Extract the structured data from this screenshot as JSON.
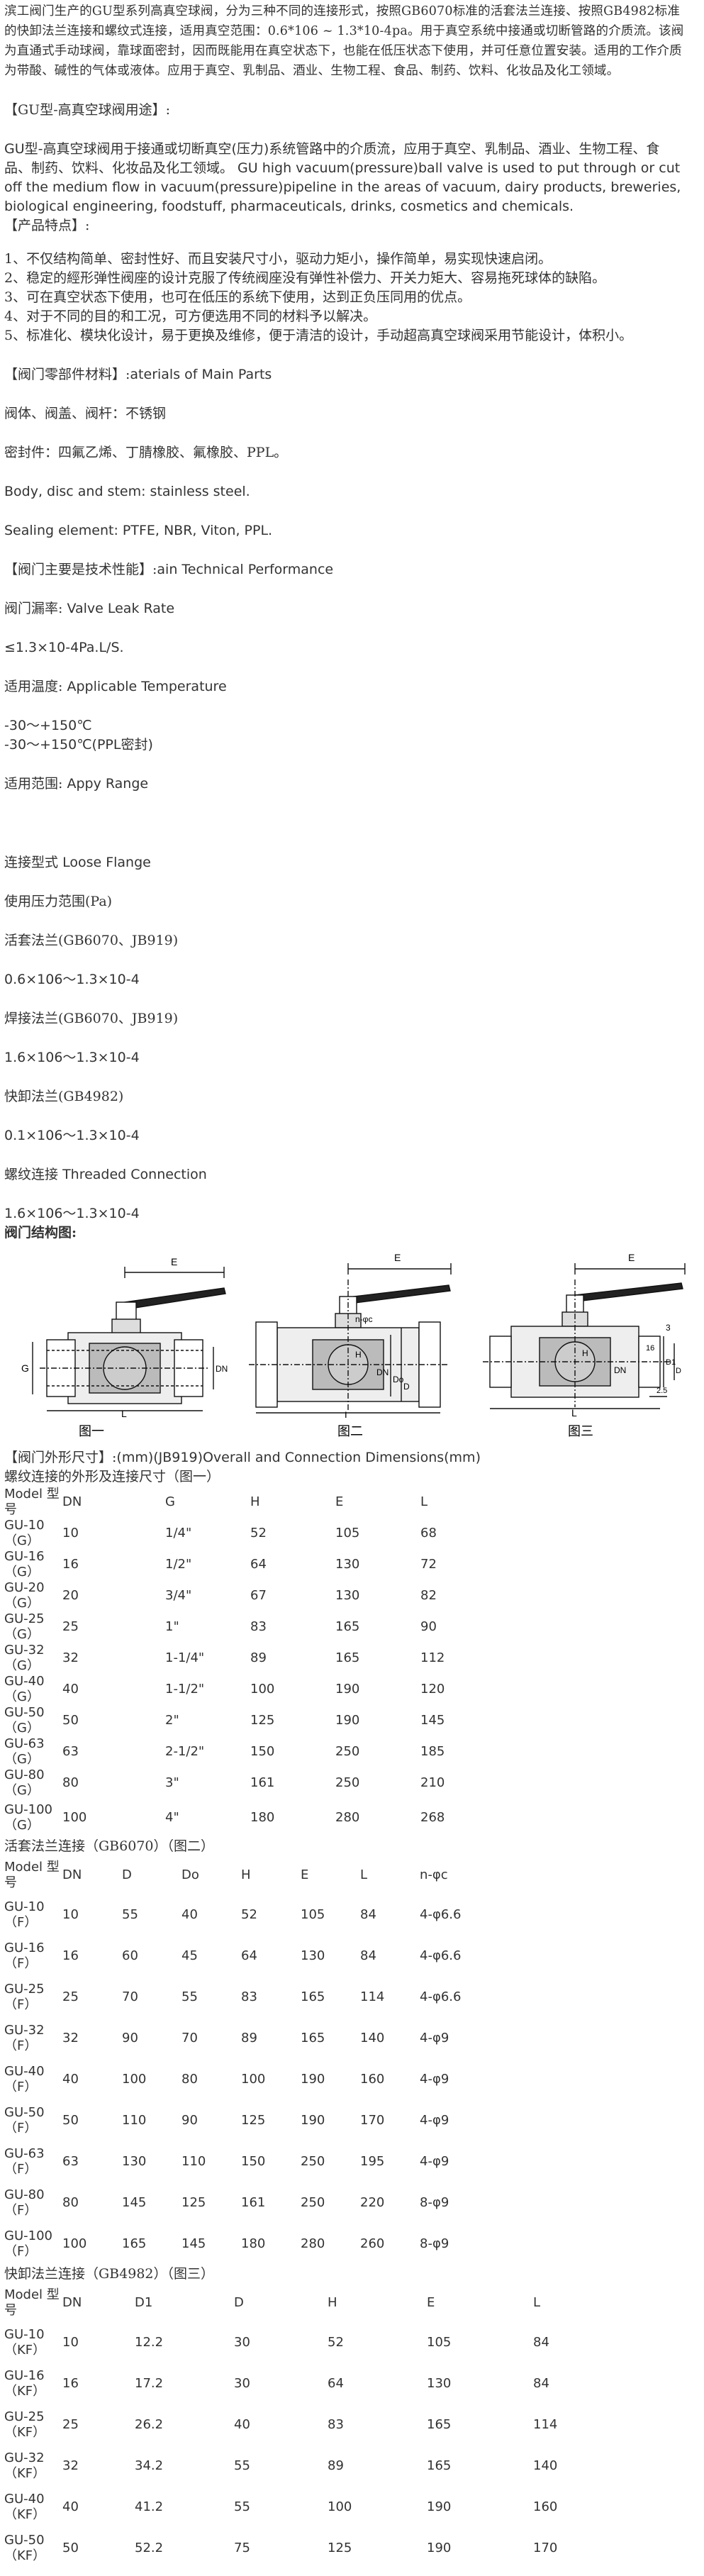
{
  "intro": "滨工阀门生产的GU型系列高真空球阀，分为三种不同的连接形式，按照GB6070标准的活套法兰连接、按照GB4982标准的快卸法兰连接和螺纹式连接，适用真空范围：0.6*106 ~ 1.3*10-4pa。用于真空系统中接通或切断管路的介质流。该阀为直通式手动球阀，靠球面密封，因而既能用在真空状态下，也能在低压状态下使用，并可任意位置安装。适用的工作介质为带酸、碱性的气体或液体。应用于真空、乳制品、酒业、生物工程、食品、制药、饮料、化妆品及化工领域。",
  "use_heading": "【GU型-高真空球阀用途】:",
  "use_text": "GU型-高真空球阀用于接通或切断真空(压力)系统管路中的介质流，应用于真空、乳制品、酒业、生物工程、食品、制药、饮料、化妆品及化工领域。 GU high vacuum(pressure)ball valve is used to put through or cut off the medium flow in vacuum(pressure)pipeline in the areas of vacuum, dairy products, breweries, biological engineering, foodstuff, pharmaceuticals, drinks, cosmetics and chemicals.",
  "features_heading": "【产品特点】:",
  "features": [
    "1、不仅结构简单、密封性好、而且安装尺寸小，驱动力矩小，操作简单，易实现快速启闭。",
    "2、稳定的經形弹性阀座的设计克服了传统阀座没有弹性补偿力、开关力矩大、容易拖死球体的缺陷。",
    "3、可在真空状态下使用，也可在低压的系统下使用，达到正负压同用的优点。",
    "4、对于不同的目的和工况，可方便选用不同的材料予以解决。",
    "5、标准化、模块化设计，易于更换及维修，便于清洁的设计，手动超高真空球阀采用节能设计，体积小。"
  ],
  "parts_heading": "【阀门零部件材料】:",
  "parts_heading_en": "aterials of Main Parts",
  "parts_cn": "阀体、阀盖、阀杆：不锈钢",
  "seal_cn": "密封件：四氟乙烯、丁腈橡胶、氟橡胶、PPL。",
  "parts_en": "Body, disc and stem: stainless steel.",
  "seal_en": "Sealing element: PTFE, NBR, Viton, PPL.",
  "perf_heading": "【阀门主要是技术性能】:",
  "perf_heading_en": "ain Technical Performance",
  "leak_cn": "阀门漏率:",
  "leak_en": "Valve Leak Rate",
  "leak_value": "≤1.3×10-4Pa.L/S.",
  "temp_cn": "适用温度:",
  "temp_en": "Applicable Temperature",
  "temp_1": "-30～+150℃",
  "temp_2": "-30～+150℃(PPL密封)",
  "range_cn": "适用范围:",
  "range_en": "Appy Range",
  "conn_cn": "连接型式",
  "conn_en": "Loose Flange",
  "pressure_label": "使用压力范围(Pa)",
  "loose_label": "活套法兰(GB6070、JB919)",
  "loose_value": "0.6×106～1.3×10-4",
  "weld_label": "焊接法兰(GB6070、JB919)",
  "weld_value": "1.6×106～1.3×10-4",
  "quick_label": "快卸法兰(GB4982)",
  "quick_value": "0.1×106～1.3×10-4",
  "thread_cn": "螺纹连接",
  "thread_en": "Threaded Connection",
  "thread_value": "1.6×106～1.3×10-4",
  "structure_heading": "阀门结构图:",
  "fig_labels": {
    "cap1": "图一",
    "cap2": "图二",
    "cap3": "图三",
    "E": "E",
    "L": "L",
    "G": "G",
    "DN": "DN",
    "H": "H",
    "D1": "D1",
    "D": "D",
    "Do": "Do",
    "nphi": "n-φc",
    "f3": "3",
    "f16": "16",
    "f25": "2.5"
  },
  "dims_heading": "【阀门外形尺寸】:",
  "dims_heading_en": "(mm)(JB919)Overall and Connection Dimensions(mm)",
  "t1_caption": "螺纹连接的外形及连接尺寸（图一）",
  "t1": {
    "header": [
      "Model 型号",
      "DN",
      "G",
      "H",
      "E",
      "L"
    ],
    "rows": [
      [
        "GU-10（G）",
        "10",
        "1/4\"",
        "52",
        "105",
        "68"
      ],
      [
        "GU-16（G）",
        "16",
        "1/2\"",
        "64",
        "130",
        "72"
      ],
      [
        "GU-20（G）",
        "20",
        "3/4\"",
        "67",
        "130",
        "82"
      ],
      [
        "GU-25（G）",
        "25",
        "1\"",
        "83",
        "165",
        "90"
      ],
      [
        "GU-32（G）",
        "32",
        "1-1/4\"",
        "89",
        "165",
        "112"
      ],
      [
        "GU-40（G）",
        "40",
        "1-1/2\"",
        "100",
        "190",
        "120"
      ],
      [
        "GU-50（G）",
        "50",
        "2\"",
        "125",
        "190",
        "145"
      ],
      [
        "GU-63（G）",
        "63",
        "2-1/2\"",
        "150",
        "250",
        "185"
      ],
      [
        "GU-80（G）",
        "80",
        "3\"",
        "161",
        "250",
        "210"
      ],
      [
        "GU-100（G）",
        "100",
        "4\"",
        "180",
        "280",
        "268"
      ]
    ]
  },
  "t2_caption": "活套法兰连接（GB6070）（图二）",
  "t2": {
    "header": [
      "Model 型号",
      "DN",
      "D",
      "Do",
      "H",
      "E",
      "L",
      "n-φc"
    ],
    "rows": [
      [
        "GU-10（F）",
        "10",
        "55",
        "40",
        "52",
        "105",
        "84",
        "4-φ6.6"
      ],
      [
        "GU-16（F）",
        "16",
        "60",
        "45",
        "64",
        "130",
        "84",
        "4-φ6.6"
      ],
      [
        "GU-25（F）",
        "25",
        "70",
        "55",
        "83",
        "165",
        "114",
        "4-φ6.6"
      ],
      [
        "GU-32（F）",
        "32",
        "90",
        "70",
        "89",
        "165",
        "140",
        "4-φ9"
      ],
      [
        "GU-40（F）",
        "40",
        "100",
        "80",
        "100",
        "190",
        "160",
        "4-φ9"
      ],
      [
        "GU-50（F）",
        "50",
        "110",
        "90",
        "125",
        "190",
        "170",
        "4-φ9"
      ],
      [
        "GU-63（F）",
        "63",
        "130",
        "110",
        "150",
        "250",
        "195",
        "4-φ9"
      ],
      [
        "GU-80（F）",
        "80",
        "145",
        "125",
        "161",
        "250",
        "220",
        "8-φ9"
      ],
      [
        "GU-100（F）",
        "100",
        "165",
        "145",
        "180",
        "280",
        "260",
        "8-φ9"
      ]
    ]
  },
  "t3_caption": "快卸法兰连接（GB4982）（图三）",
  "t3": {
    "header": [
      "Model 型号",
      "DN",
      "D1",
      "D",
      "H",
      "E",
      "L"
    ],
    "rows": [
      [
        "GU-10（KF）",
        "10",
        "12.2",
        "30",
        "52",
        "105",
        "84"
      ],
      [
        "GU-16（KF）",
        "16",
        "17.2",
        "30",
        "64",
        "130",
        "84"
      ],
      [
        "GU-25（KF）",
        "25",
        "26.2",
        "40",
        "83",
        "165",
        "114"
      ],
      [
        "GU-32（KF）",
        "32",
        "34.2",
        "55",
        "89",
        "165",
        "140"
      ],
      [
        "GU-40（KF）",
        "40",
        "41.2",
        "55",
        "100",
        "190",
        "160"
      ],
      [
        "GU-50（KF）",
        "50",
        "52.2",
        "75",
        "125",
        "190",
        "170"
      ]
    ]
  }
}
